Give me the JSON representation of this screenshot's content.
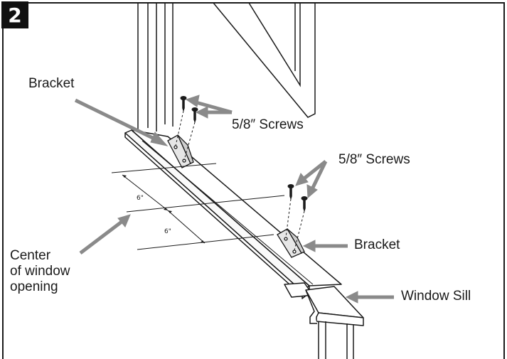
{
  "step": {
    "number": "2"
  },
  "labels": {
    "bracket_top": "Bracket",
    "screws_top": "5/8″ Screws",
    "screws_right": "5/8″ Screws",
    "bracket_right": "Bracket",
    "window_sill": "Window Sill",
    "center_line1": "Center",
    "center_line2": "of window",
    "center_line3": "opening"
  },
  "dimensions": {
    "upper": "6\"",
    "lower": "6\""
  },
  "colors": {
    "arrow": "#8a8a8a",
    "line": "#1a1a1a",
    "badge": "#111111"
  }
}
